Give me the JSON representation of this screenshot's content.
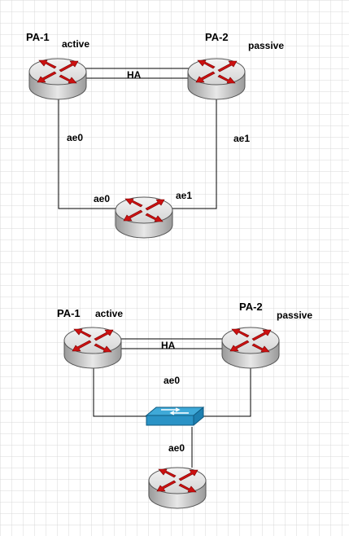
{
  "grid": {
    "color": "#d9d9d9"
  },
  "colors": {
    "line": "#000000",
    "router_body": "#e6e6e6",
    "router_arrow": "#cc1111",
    "switch_top": "#3fa9d8",
    "switch_side": "#1d7fb0"
  },
  "diagram1": {
    "node_left": {
      "name": "PA-1",
      "state": "active"
    },
    "node_right": {
      "name": "PA-2",
      "state": "passive"
    },
    "ha_label": "HA",
    "left_link_label": "ae0",
    "right_link_label": "ae1",
    "bottom_left_label": "ae0",
    "bottom_right_label": "ae1"
  },
  "diagram2": {
    "node_left": {
      "name": "PA-1",
      "state": "active"
    },
    "node_right": {
      "name": "PA-2",
      "state": "passive"
    },
    "ha_label": "HA",
    "switch_label": "ae0",
    "downlink_label": "ae0"
  }
}
